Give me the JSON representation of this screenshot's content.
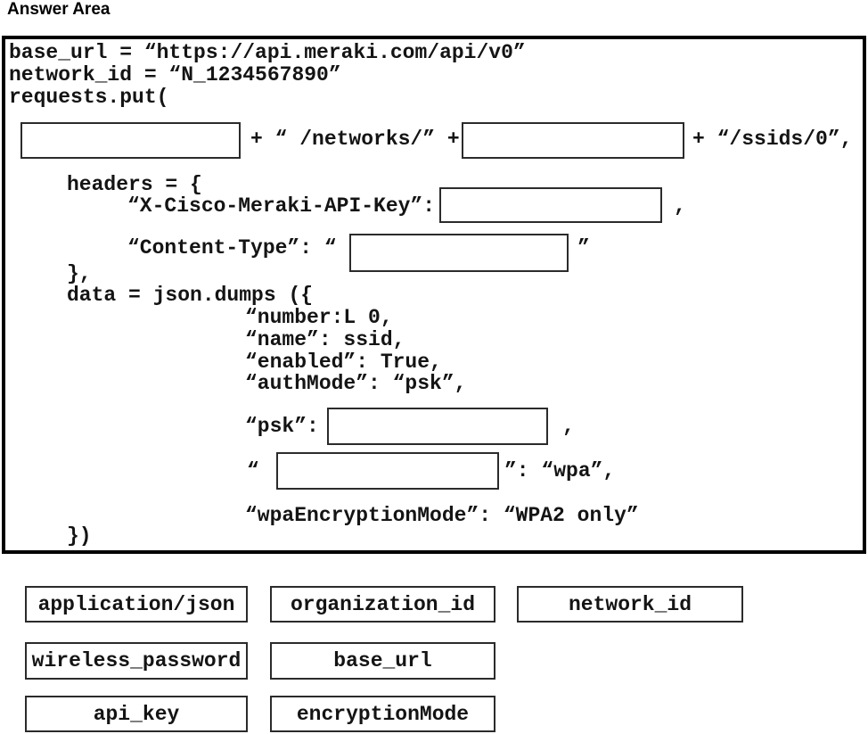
{
  "title": "Answer Area",
  "colors": {
    "text": "#141414",
    "border": "#2b2b2b",
    "panel_border": "#000000",
    "background": "#ffffff"
  },
  "code_panel": {
    "line1": "base_url = “https://api.meraki.com/api/v0”",
    "line2": "network_id = “N_1234567890”",
    "line3": "requests.put(",
    "url_sep1": "+ “ /networks/” +",
    "url_sep2": "+ “/ssids/0”,",
    "headers_open": "headers = {",
    "api_key_label": "“X-Cisco-Meraki-API-Key”:",
    "api_key_after": ",",
    "content_type_label": "“Content-Type”: “",
    "content_type_after": "”",
    "headers_close": "},",
    "data_open": "data = json.dumps ({",
    "dict_lines": [
      "“number:L 0,",
      "“name”: ssid,",
      "“enabled”: True,",
      "“authMode”: “psk”,"
    ],
    "psk_label": "“psk”:",
    "psk_after": ",",
    "blank_key_before": "“",
    "blank_key_after": "”: “wpa”,",
    "wpa_line": "“wpaEncryptionMode”: “WPA2 only”",
    "close_paren": "})"
  },
  "options": [
    {
      "label": "application/json"
    },
    {
      "label": "organization_id"
    },
    {
      "label": "network_id"
    },
    {
      "label": "wireless_password"
    },
    {
      "label": "base_url"
    },
    {
      "label": "api_key"
    },
    {
      "label": "encryptionMode"
    }
  ]
}
